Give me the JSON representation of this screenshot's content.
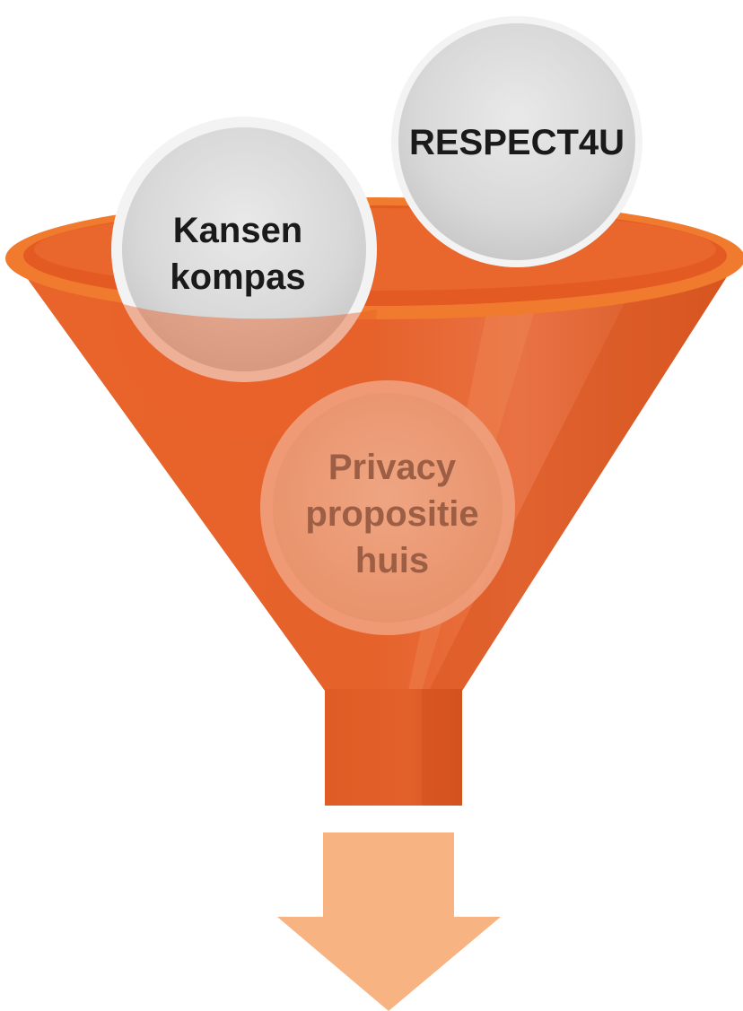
{
  "diagram": {
    "type": "funnel",
    "circles": [
      {
        "id": "respect4u",
        "lines": [
          "RESPECT4U"
        ]
      },
      {
        "id": "kansen-kompas",
        "lines": [
          "Kansen",
          "kompas"
        ]
      },
      {
        "id": "privacy-propositie-huis",
        "lines": [
          "Privacy",
          "propositie",
          "huis"
        ]
      }
    ],
    "colors": {
      "funnel_main": "#E8622A",
      "funnel_rim": "#F07A2E",
      "funnel_inner": "#E0561F",
      "funnel_shadow": "#D2521F",
      "funnel_highlight": "#EE8A55",
      "arrow": "#F7B482",
      "circle_fill": "#DCDCDC",
      "circle_text_dark": "#1A1A1A",
      "circle_text_muted": "#9C5F45",
      "inner_circle_fill": "#EC9E78"
    }
  }
}
